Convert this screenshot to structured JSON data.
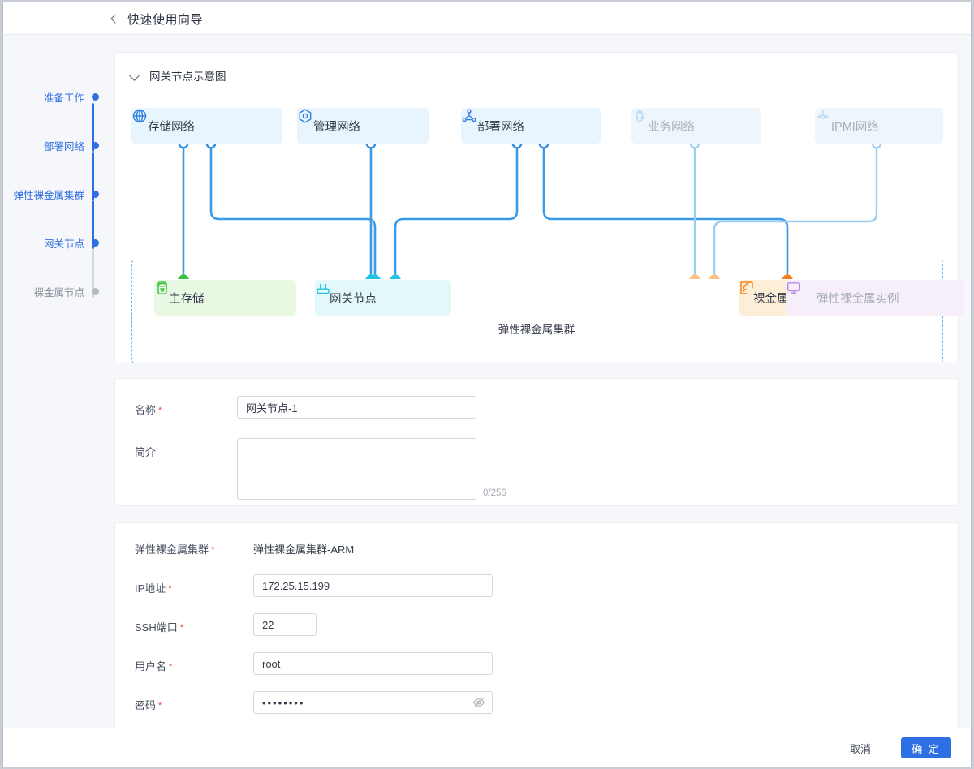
{
  "topbar": {
    "back_icon": "chevron-left-icon",
    "title": "快速使用向导"
  },
  "steps": [
    {
      "label": "准备工作",
      "state": "done"
    },
    {
      "label": "部署网络",
      "state": "done"
    },
    {
      "label": "弹性裸金属集群",
      "state": "done"
    },
    {
      "label": "网关节点",
      "state": "current"
    },
    {
      "label": "裸金属节点",
      "state": "pending"
    }
  ],
  "diagram": {
    "collapse_icon": "chevron-down-icon",
    "title": "网关节点示意图",
    "networks": [
      {
        "label": "存储网络",
        "icon": "globe-icon",
        "state": "active"
      },
      {
        "label": "管理网络",
        "icon": "hexagon-target-icon",
        "state": "active"
      },
      {
        "label": "部署网络",
        "icon": "share-nodes-icon",
        "state": "active"
      },
      {
        "label": "业务网络",
        "icon": "cloud-nodes-icon",
        "state": "dimmed"
      },
      {
        "label": "IPMI网络",
        "icon": "ipmi-probe-icon",
        "state": "dimmed"
      }
    ],
    "cluster_caption": "弹性裸金属集群",
    "nodes": [
      {
        "label": "主存储",
        "icon": "database-icon",
        "state": "active",
        "accent": "#37c13f"
      },
      {
        "label": "网关节点",
        "icon": "router-icon",
        "state": "active",
        "accent": "#22c3e6"
      },
      {
        "label": "裸金属节点",
        "icon": "signal-box-icon",
        "state": "active",
        "accent": "#f98018"
      },
      {
        "label": "弹性裸金属实例",
        "icon": "monitor-icon",
        "state": "dimmed",
        "accent": "#b98ae0"
      }
    ]
  },
  "form_basic": {
    "name": {
      "label": "名称",
      "required": true,
      "value": "网关节点-1",
      "placeholder": ""
    },
    "desc": {
      "label": "简介",
      "required": false,
      "value": "",
      "placeholder": "",
      "counter": "0/256"
    }
  },
  "form_conn": {
    "cluster": {
      "label": "弹性裸金属集群",
      "required": true,
      "value": "弹性裸金属集群-ARM"
    },
    "ip": {
      "label": "IP地址",
      "required": true,
      "value": "172.25.15.199",
      "placeholder": ""
    },
    "ssh_port": {
      "label": "SSH端口",
      "required": true,
      "value": "22",
      "placeholder": ""
    },
    "username": {
      "label": "用户名",
      "required": true,
      "value": "root",
      "placeholder": ""
    },
    "password": {
      "label": "密码",
      "required": true,
      "value": "••••••••",
      "placeholder": "",
      "toggle_icon": "eye-off-icon"
    }
  },
  "footer": {
    "cancel_label": "取消",
    "confirm_label": "确 定"
  },
  "colors": {
    "primary": "#2f6fe4",
    "link_blue": "#3b9ae8",
    "required_red": "#e8503a",
    "step_done": "#2f6fe4",
    "step_pending": "#b4b8c0"
  }
}
